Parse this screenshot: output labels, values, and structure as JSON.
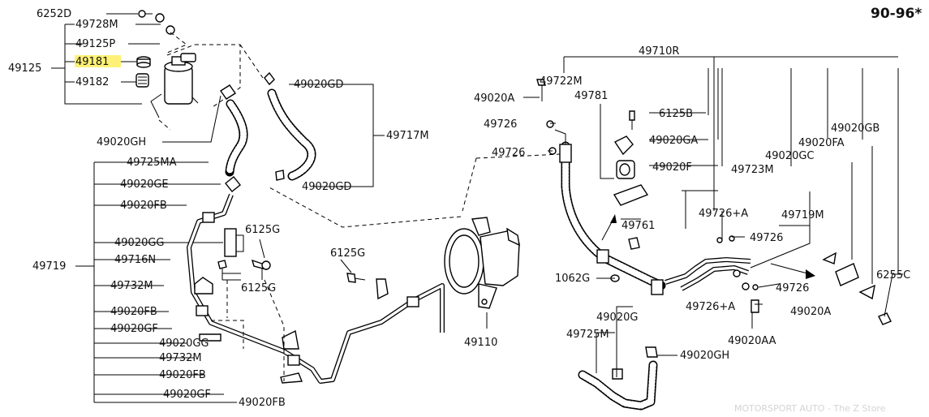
{
  "header": {
    "year_range": "90-96*",
    "watermark": "MOTORSPORT AUTO - The Z Store"
  },
  "highlight_color": "#fff176",
  "labels": {
    "l6252D": "6252D",
    "l49728M": "49728M",
    "l49125P": "49125P",
    "l49125": "49125",
    "l49181": "49181",
    "l49182": "49182",
    "l49020GD_a": "49020GD",
    "l49717M": "49717M",
    "l49020GD_b": "49020GD",
    "l49020GH_a": "49020GH",
    "l49725MA": "49725MA",
    "l49020GE": "49020GE",
    "l49020FB_a": "49020FB",
    "l49020GG_a": "49020GG",
    "l49716N": "49716N",
    "l49719": "49719",
    "l49732M_a": "49732M",
    "l49020FB_b": "49020FB",
    "l49020GF_a": "49020GF",
    "l49020GG_b": "49020GG",
    "l49732M_b": "49732M",
    "l49020FB_c": "49020FB",
    "l49020GF_b": "49020GF",
    "l49020FB_d": "49020FB",
    "l6125G_a": "6125G",
    "l6125G_b": "6125G",
    "l6125G_c": "6125G",
    "l49110": "49110",
    "l49710R": "49710R",
    "l49722M": "49722M",
    "l49020A_a": "49020A",
    "l49781": "49781",
    "l49726_a": "49726",
    "l49726_b": "49726",
    "l6125B": "6125B",
    "l49020GA": "49020GA",
    "l49020F": "49020F",
    "l49723M": "49723M",
    "l49020GC": "49020GC",
    "l49020FA": "49020FA",
    "l49020GB": "49020GB",
    "l49761": "49761",
    "l49726A_a": "49726+A",
    "l49719M": "49719M",
    "l49726_c": "49726",
    "l1062G": "1062G",
    "l49726_d": "49726",
    "l49726A_b": "49726+A",
    "l49020A_b": "49020A",
    "l49020G": "49020G",
    "l49725M": "49725M",
    "l49020AA": "49020AA",
    "l49020GH_b": "49020GH",
    "l6255C": "6255C"
  }
}
